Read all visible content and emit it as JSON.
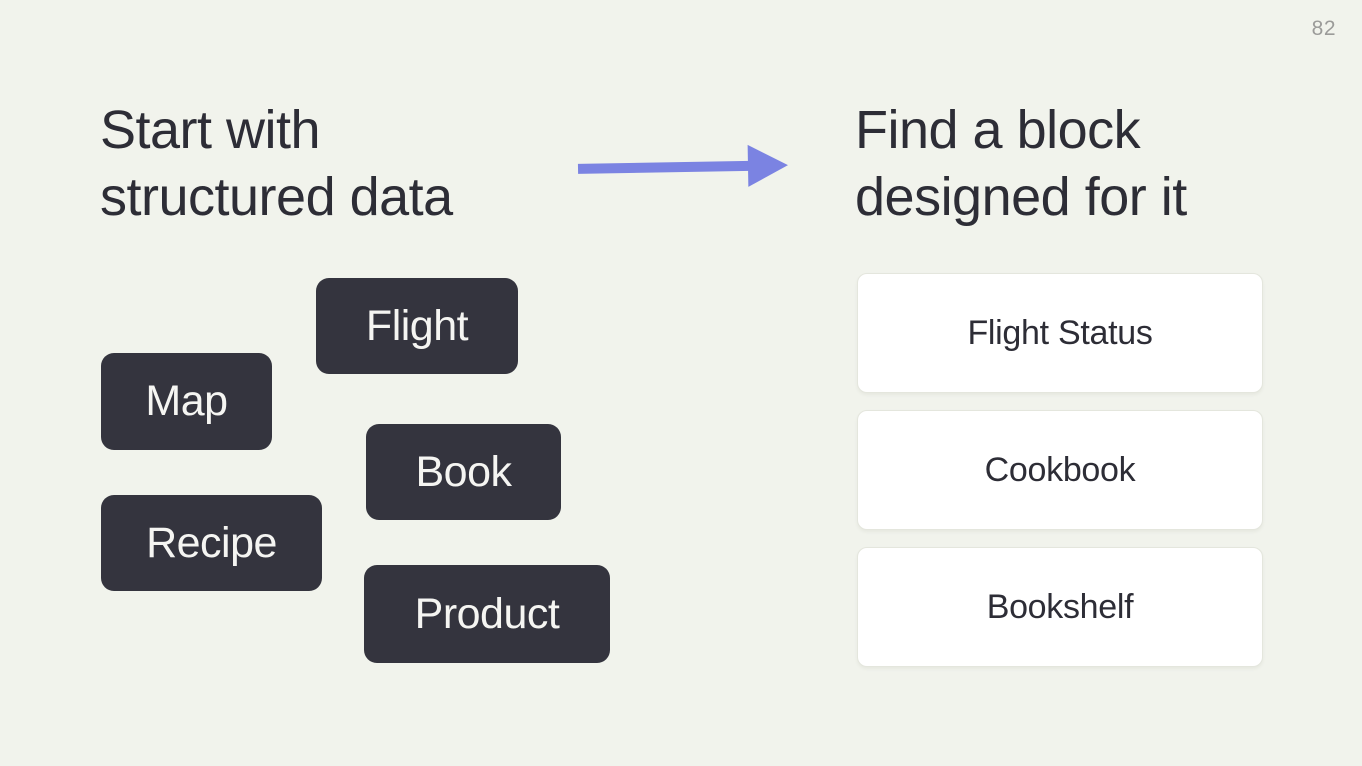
{
  "slide": {
    "page_number": "82",
    "headings": {
      "left": "Start with\nstructured data",
      "right": "Find a block\ndesigned for it"
    },
    "chips": [
      {
        "label": "Flight"
      },
      {
        "label": "Map"
      },
      {
        "label": "Book"
      },
      {
        "label": "Recipe"
      },
      {
        "label": "Product"
      }
    ],
    "cards": [
      {
        "label": "Flight Status"
      },
      {
        "label": "Cookbook"
      },
      {
        "label": "Bookshelf"
      }
    ],
    "arrow": {
      "icon": "right-arrow",
      "color": "#7b83e2"
    },
    "colors": {
      "background": "#f1f3ec",
      "heading_text": "#2d2d36",
      "chip_background": "#34343e",
      "chip_text": "#f5f5f2",
      "card_background": "#ffffff",
      "card_border": "#e4e6dd",
      "arrow": "#7b83e2",
      "page_number": "#9b9b99"
    }
  }
}
